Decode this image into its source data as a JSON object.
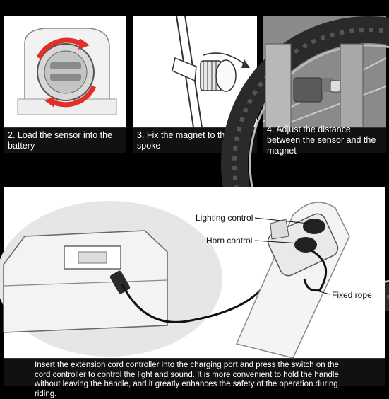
{
  "steps": [
    {
      "caption": "2. Load the sensor into the battery"
    },
    {
      "caption": "3. Fix the magnet to the spoke"
    },
    {
      "caption": "4. Adjust the distance between the sensor and the magnet"
    }
  ],
  "bottom": {
    "labels": {
      "lighting": "Lighting control",
      "horn": "Horn control",
      "rope": "Fixed rope"
    },
    "description": "Insert the extension cord controller into the charging port and press the switch on the cord controller to control the light and sound. It is more convenient to hold the handle without leaving the handle, and it greatly enhances the safety of the operation during riding."
  }
}
